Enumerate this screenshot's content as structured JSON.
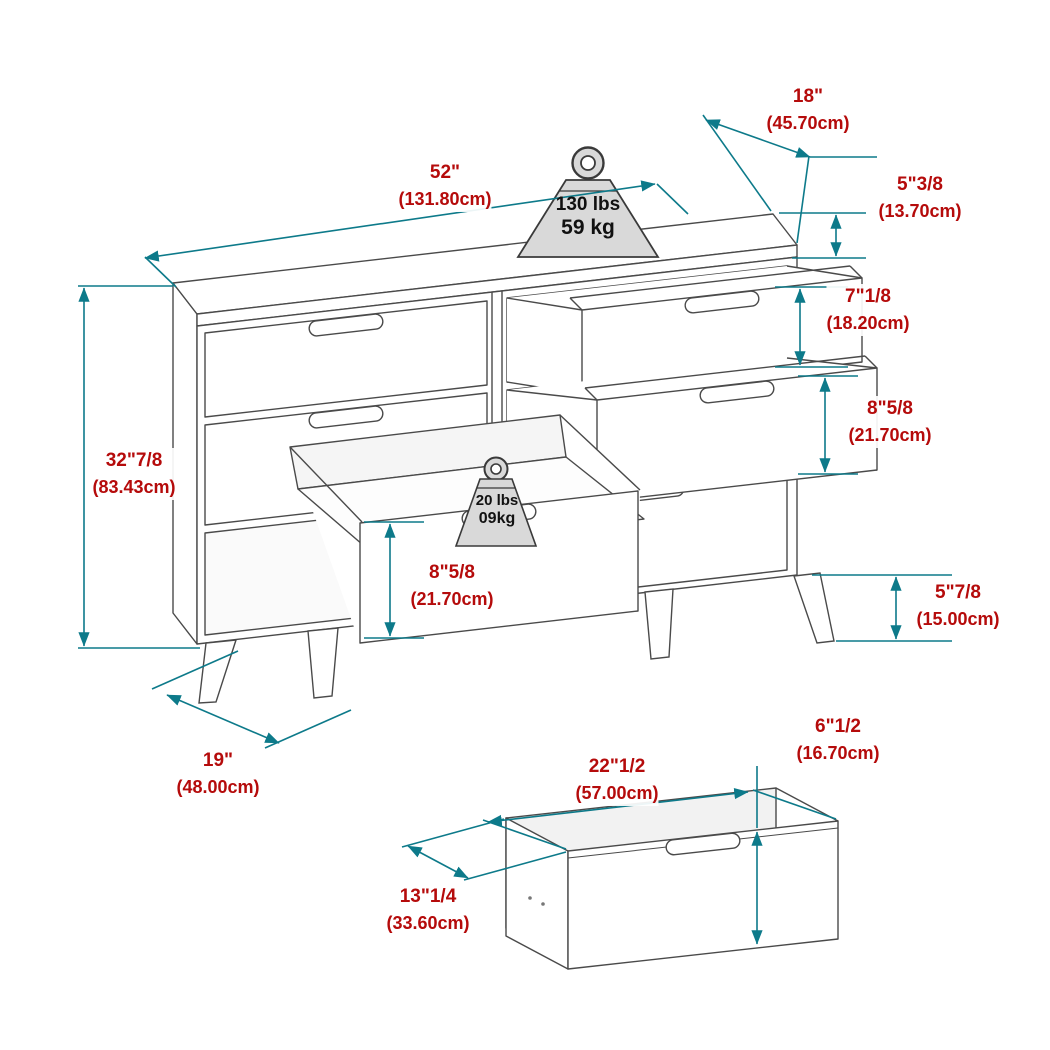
{
  "colors": {
    "dimension_line": "#0d7a8a",
    "dimension_text": "#b50b0b",
    "artwork_line": "#4a4a4a",
    "weight_fill": "#d9d9d9"
  },
  "weights": {
    "top_weight": {
      "line1": "130 lbs",
      "line2": "59 kg"
    },
    "drawer_weight": {
      "line1": "20 lbs",
      "line2": "09kg"
    }
  },
  "dimensions": {
    "top_depth": {
      "inches": "18\"",
      "cm": "(45.70cm)"
    },
    "width": {
      "inches": "52\"",
      "cm": "(131.80cm)"
    },
    "top_gap": {
      "inches": "5\"3/8",
      "cm": "(13.70cm)"
    },
    "top_drawer_front_height": {
      "inches": "7\"1/8",
      "cm": "(18.20cm)"
    },
    "middle_drawer_front_height": {
      "inches": "8\"5/8",
      "cm": "(21.70cm)"
    },
    "overall_height": {
      "inches": "32\"7/8",
      "cm": "(83.43cm)"
    },
    "open_drawer_front_height": {
      "inches": "8\"5/8",
      "cm": "(21.70cm)"
    },
    "leg_height": {
      "inches": "5\"7/8",
      "cm": "(15.00cm)"
    },
    "base_depth": {
      "inches": "19\"",
      "cm": "(48.00cm)"
    },
    "detail_drawer_width": {
      "inches": "22\"1/2",
      "cm": "(57.00cm)"
    },
    "detail_drawer_front_height": {
      "inches": "6\"1/2",
      "cm": "(16.70cm)"
    },
    "detail_drawer_depth": {
      "inches": "13\"1/4",
      "cm": "(33.60cm)"
    }
  }
}
